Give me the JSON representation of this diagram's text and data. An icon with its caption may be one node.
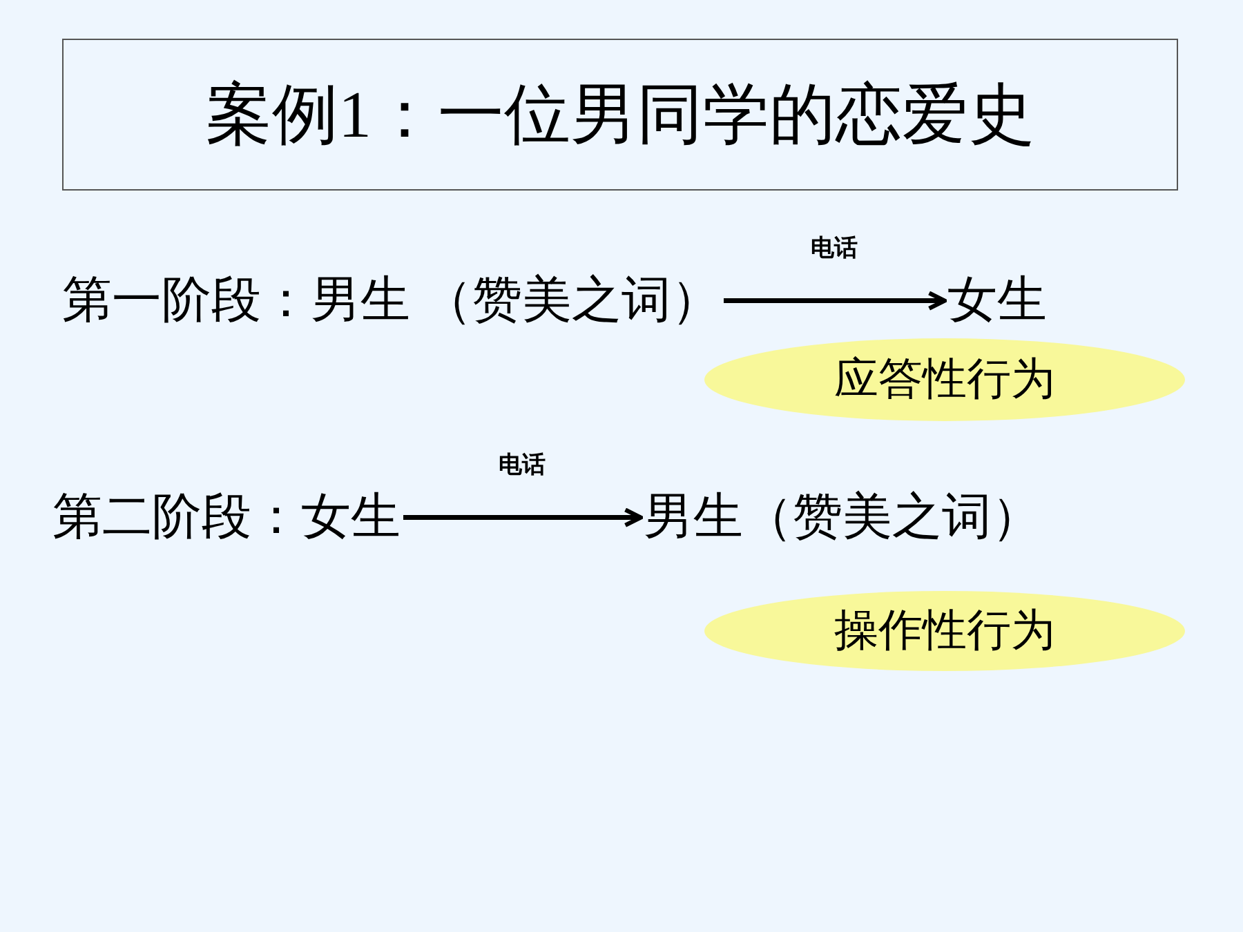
{
  "diagram": {
    "title": "案例1：一位男同学的恋爱史",
    "nodes": [
      {
        "text": [
          "第一阶段：男生 （赞美之词）"
        ]
      },
      {
        "text": [
          "女生"
        ]
      },
      {
        "text": [
          "应答性行为"
        ]
      },
      {
        "text": [
          "第二阶段：女生"
        ]
      },
      {
        "text": [
          "男生（赞美之词）"
        ]
      },
      {
        "text": [
          "操作性行为"
        ]
      }
    ],
    "edges": [
      {
        "from": 0,
        "to": 1,
        "arrow": "to",
        "label": "电话"
      },
      {
        "from": 3,
        "to": 4,
        "arrow": "to",
        "label": "电话"
      }
    ]
  }
}
